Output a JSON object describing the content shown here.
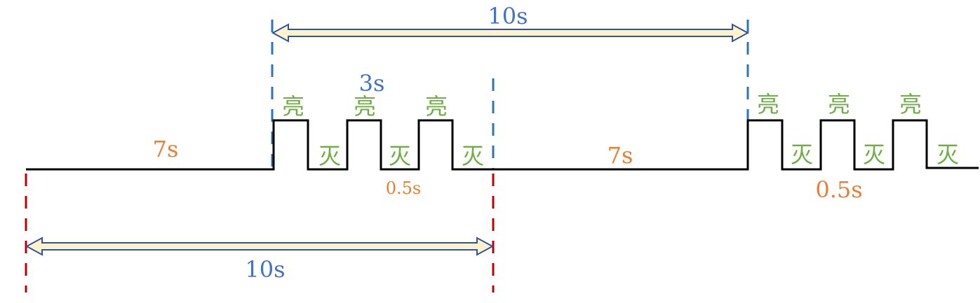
{
  "diagram": {
    "labels": {
      "period_top": "10s",
      "period_bottom": "10s",
      "flash_window": "3s",
      "off_duration_1": "7s",
      "off_duration_2": "7s",
      "blink_interval_1": "0.5s",
      "blink_interval_2": "0.5s",
      "state_on": "亮",
      "state_off": "灭"
    },
    "colors": {
      "waveform": "#000000",
      "orange_text": "#ED7D31",
      "blue_text": "#4472C4",
      "green_text": "#70AD47",
      "blue_dashed": "#2E75B6",
      "red_dashed": "#C00000",
      "arrow_fill": "#FFF2CC",
      "arrow_stroke": "#2F5597"
    }
  }
}
